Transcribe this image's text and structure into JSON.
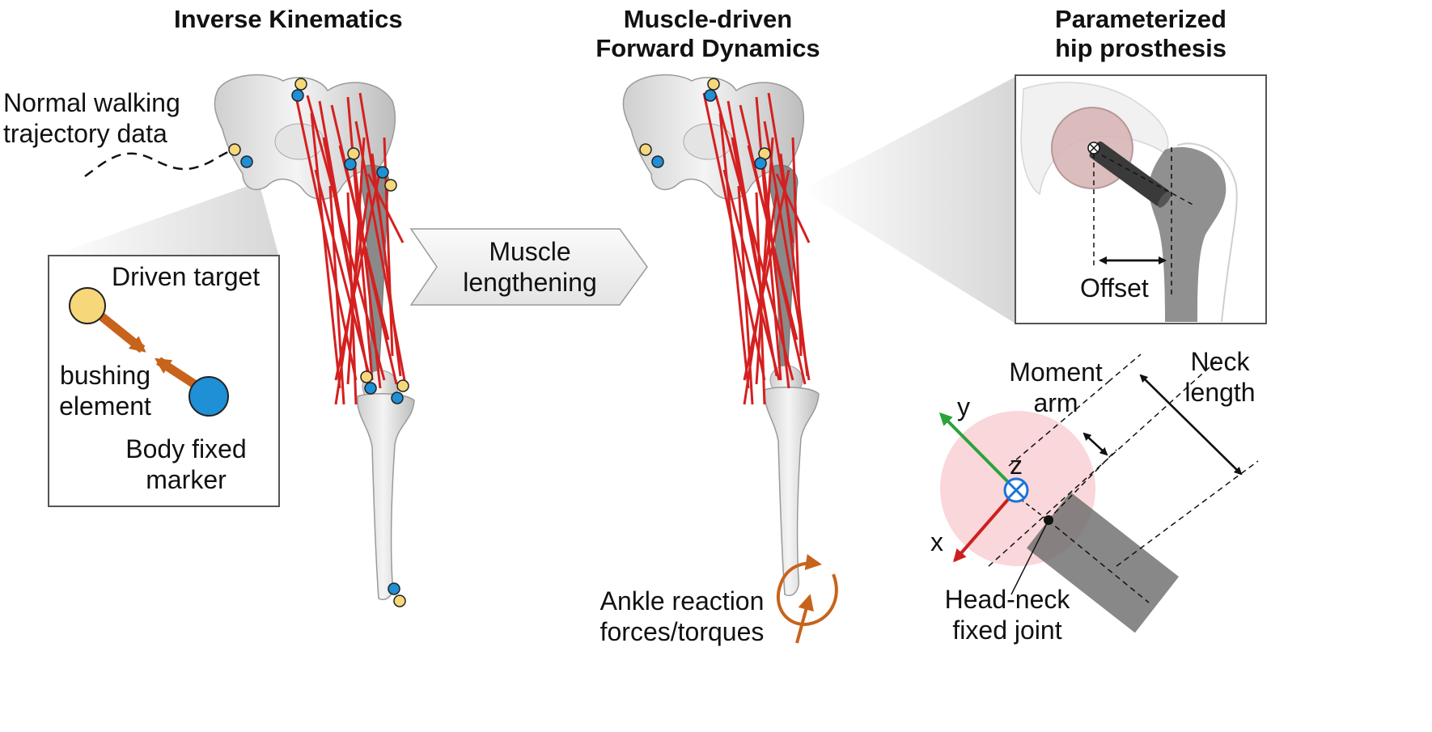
{
  "titles": {
    "ik": "Inverse Kinematics",
    "fd_line1": "Muscle-driven",
    "fd_line2": "Forward Dynamics",
    "hip_line1": "Parameterized",
    "hip_line2": "hip prosthesis"
  },
  "labels": {
    "walking_line1": "Normal walking",
    "walking_line2": "trajectory data",
    "driven_target": "Driven target",
    "bushing_line1": "bushing",
    "bushing_line2": "element",
    "body_fixed_line1": "Body fixed",
    "body_fixed_line2": "marker",
    "muscle_line1": "Muscle",
    "muscle_line2": "lengthening",
    "ankle_line1": "Ankle reaction",
    "ankle_line2": "forces/torques",
    "offset": "Offset",
    "moment_line1": "Moment",
    "moment_line2": "arm",
    "neck_line1": "Neck",
    "neck_line2": "length",
    "headneck_line1": "Head-neck",
    "headneck_line2": "fixed joint",
    "axis_x": "x",
    "axis_y": "y",
    "axis_z": "z"
  },
  "colors": {
    "marker_yellow": "#f6d77a",
    "marker_blue": "#1f8fd6",
    "muscle_red": "#d42020",
    "bushing_orange": "#c8631b",
    "axis_green": "#2aa33a",
    "axis_red": "#cc1f1f",
    "axis_blue": "#1a73d9",
    "head_pink": "#f8d3d6"
  }
}
